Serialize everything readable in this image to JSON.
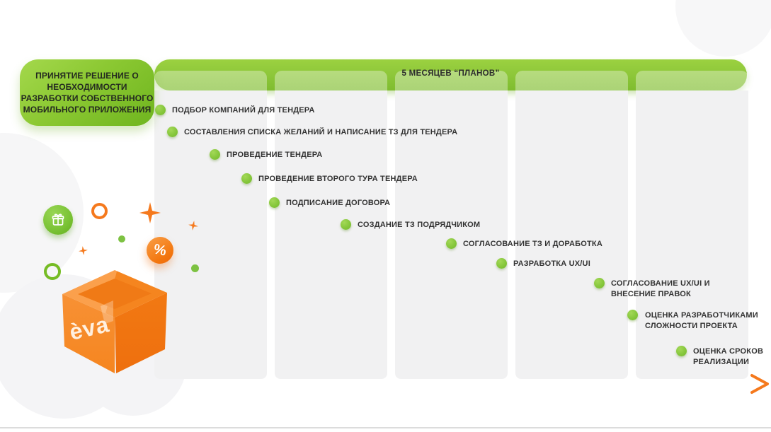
{
  "decision_card": {
    "lines": [
      "ПРИНЯТИЕ РЕШЕНИЕ О",
      "НЕОБХОДИМОСТИ",
      "РАЗРАБОТКИ СОБСТВЕННОГО",
      "МОБИЛЬНОГО ПРИЛОЖЕНИЯ"
    ]
  },
  "timeline": {
    "bar_title": "5 МЕСЯЦЕВ “ПЛАНОВ”",
    "columns": 5,
    "items": [
      "ПОДБОР КОМПАНИЙ ДЛЯ ТЕНДЕРА",
      "СОСТАВЛЕНИЯ СПИСКА ЖЕЛАНИЙ И НАПИСАНИЕ ТЗ ДЛЯ ТЕНДЕРА",
      "ПРОВЕДЕНИЕ ТЕНДЕРА",
      "ПРОВЕДЕНИЕ ВТОРОГО ТУРА ТЕНДЕРА",
      "ПОДПИСАНИЕ ДОГОВОРА",
      "СОЗДАНИЕ ТЗ ПОДРЯДЧИКОМ",
      "СОГЛАСОВАНИЕ ТЗ И ДОРАБОТКА",
      "РАЗРАБОТКА UX/UI",
      "СОГЛАСОВАНИЕ UX/UI И ВНЕСЕНИЕ ПРАВОК",
      "ОЦЕНКА РАЗРАБОТЧИКАМИ СЛОЖНОСТИ ПРОЕКТА",
      "ОЦЕНКА СРОКОВ РЕАЛИЗАЦИИ"
    ]
  },
  "illustration": {
    "logo_text": "èva",
    "percent_badge": "%"
  },
  "colors": {
    "green": "#8dc63f",
    "green_dark": "#72b623",
    "orange": "#f5791d",
    "column_gray": "#f1f1f2",
    "text_dark": "#333333"
  }
}
